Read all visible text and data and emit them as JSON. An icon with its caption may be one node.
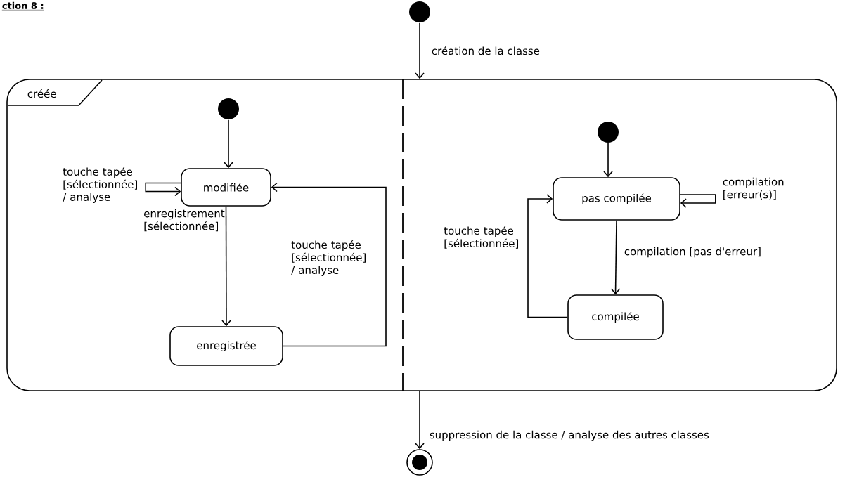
{
  "diagram": {
    "nodes": [
      {
        "text": [],
        "shape": "circle"
      },
      {
        "text": [
          "créée"
        ]
      },
      {
        "text": [],
        "shape": "circle",
        "in": 1
      },
      {
        "text": [
          "modifiée"
        ],
        "in": 1
      },
      {
        "text": [
          "enregistrée"
        ],
        "in": 1
      },
      {
        "text": [],
        "shape": "circle",
        "in": 1
      },
      {
        "text": [
          "pas compilée"
        ],
        "in": 1
      },
      {
        "text": [
          "compilée"
        ],
        "in": 1
      },
      {
        "text": [],
        "shape": "circle"
      }
    ],
    "edges": [
      {
        "from": 0,
        "to": 1,
        "arrow": "to",
        "label": "création de la classe"
      },
      {
        "from": 2,
        "to": 3,
        "arrow": "to"
      },
      {
        "from": 3,
        "to": 3,
        "arrow": "to",
        "label": "touche tapée [sélectionnée] / analyse"
      },
      {
        "from": 3,
        "to": 4,
        "arrow": "to",
        "label": "enregistrement [sélectionnée]"
      },
      {
        "from": 4,
        "to": 3,
        "arrow": "to",
        "label": "touche tapée [sélectionnée] / analyse"
      },
      {
        "from": 5,
        "to": 6,
        "arrow": "to"
      },
      {
        "from": 6,
        "to": 6,
        "arrow": "to",
        "label": "compilation [erreur(s)]"
      },
      {
        "from": 6,
        "to": 7,
        "arrow": "to",
        "label": "compilation [pas d'erreur]"
      },
      {
        "from": 7,
        "to": 6,
        "arrow": "to",
        "label": "touche tapée [sélectionnée]"
      },
      {
        "from": 1,
        "to": 8,
        "arrow": "to",
        "label": "suppression de la classe / analyse des autres classes"
      }
    ],
    "labels": [
      "ction 8 :"
    ]
  }
}
